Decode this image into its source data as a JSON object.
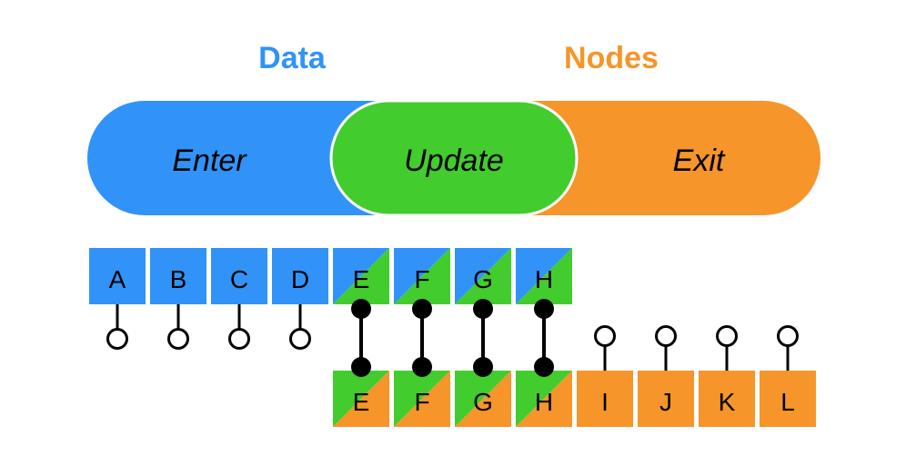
{
  "headings": {
    "data": "Data",
    "nodes": "Nodes"
  },
  "sections": {
    "enter": "Enter",
    "update": "Update",
    "exit": "Exit"
  },
  "colors": {
    "enter": "#3193f7",
    "update": "#43cc2d",
    "exit": "#f6952a",
    "outline": "#ffffff",
    "stroke": "#000000"
  },
  "data_items": [
    "A",
    "B",
    "C",
    "D",
    "E",
    "F",
    "G",
    "H"
  ],
  "node_items": [
    "E",
    "F",
    "G",
    "H",
    "I",
    "J",
    "K",
    "L"
  ],
  "joined": [
    "E",
    "F",
    "G",
    "H"
  ]
}
